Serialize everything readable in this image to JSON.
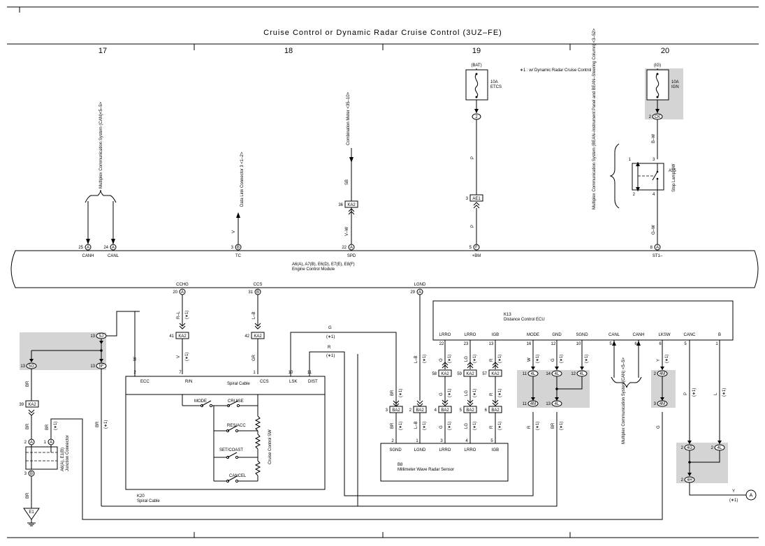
{
  "title": "Cruise Control or Dynamic Radar Cruise Control (3UZ–FE)",
  "sections": [
    "17",
    "18",
    "19",
    "20"
  ],
  "note": "∗1 : w/ Dynamic Radar Cruise Control",
  "ecm": {
    "name": "Engine Control Module",
    "connectors": "A6(A), A7(B), E6(D), E7(E), E8(F)",
    "pins_top": [
      {
        "num": "25",
        "conn": "A",
        "label": "CANH"
      },
      {
        "num": "24",
        "conn": "A",
        "label": "CANL"
      },
      {
        "num": "3",
        "conn": "B",
        "label": "TC"
      },
      {
        "num": "22",
        "conn": "A",
        "label": "SPD"
      },
      {
        "num": "5",
        "conn": "F",
        "label": "+BM"
      },
      {
        "num": "8",
        "conn": "A",
        "label": "ST1–"
      }
    ],
    "pins_bottom": [
      {
        "num": "20",
        "conn": "A",
        "label": "CCHG"
      },
      {
        "num": "31",
        "conn": "B",
        "label": "CCS"
      },
      {
        "num": "29",
        "conn": "A",
        "label": "LGND"
      }
    ]
  },
  "top_refs": {
    "multiplex_can": "Multiplex Communication System (CAN)<5–5>",
    "dlc3": "Data Link Connector 3 <1–2>",
    "combination_meter": "Combination Meter <35–10>",
    "multiplex_bean": "Multiplex Communication System (BEAN–Instrument Panel and BEAN–Steering Column) <3–52>"
  },
  "fuses": [
    {
      "source": "(BAT)",
      "rating": "10A",
      "name": "ETCS"
    },
    {
      "source": "(IG)",
      "rating": "10A",
      "name": "IGN"
    }
  ],
  "stop_lamp": {
    "code": "A35",
    "name": "Stop Lamp SW",
    "pins": [
      "1",
      "3",
      "2",
      "4"
    ]
  },
  "wire_colors": {
    "sb": "SB",
    "v_w": "V–W",
    "v": "V",
    "p": "P",
    "b_w": "B–W",
    "g_w": "G–W",
    "r_l": "R–L",
    "l_b": "L–B",
    "w": "W",
    "gr": "GR",
    "g": "G",
    "r": "R",
    "br": "BR",
    "o": "O",
    "lg": "LG",
    "y": "Y",
    "l": "L"
  },
  "connector_tags": {
    "ka2": "KA2",
    "ae1": "AE1",
    "ba2": "BA2",
    "pin_2": "2",
    "pin_3": "3",
    "pin_36": "36",
    "pin_41": "41",
    "pin_42": "42",
    "pin_39": "39",
    "j_2p": "2",
    "j_ck": "CK",
    "pin_58": "58",
    "pin_59": "59",
    "pin_57": "57",
    "pin_4": "4",
    "pin_5": "5",
    "pin_6": "6",
    "c_4l": "4L",
    "c_4m": "4M",
    "c_4g": "4G",
    "c_4h": "4H",
    "c_5j": "5J",
    "c_5g": "5G",
    "c_5f": "5F",
    "n11": "11",
    "n14": "14",
    "n12": "12",
    "n13": "13",
    "n1": "1",
    "n2": "2",
    "n3": "3",
    "star1": "(∗1)"
  },
  "spiral_cable": {
    "code": "K20",
    "name": "Spiral Cable",
    "inner": "Spiral Cable",
    "pins": [
      {
        "num": "2",
        "label": "ECC"
      },
      {
        "num": "7",
        "label": "R/N"
      },
      {
        "num": "1",
        "label": "CCS"
      },
      {
        "num": "10",
        "label": "LSK"
      },
      {
        "num": "11",
        "label": "DIST"
      }
    ]
  },
  "cruise_sw": {
    "name": "Cruise Control SW",
    "switches": [
      "MODE",
      "CRUISE",
      "RES/ACC",
      "SET/COAST",
      "CANCEL"
    ]
  },
  "dce": {
    "code": "K13",
    "name": "Distance Control ECU",
    "pins": [
      {
        "num": "22",
        "label": "LRRO"
      },
      {
        "num": "23",
        "label": "LRRO"
      },
      {
        "num": "13",
        "label": "IGB"
      },
      {
        "num": "16",
        "label": "MODE"
      },
      {
        "num": "12",
        "label": "GND"
      },
      {
        "num": "10",
        "label": "SGND"
      },
      {
        "num": "5",
        "label": "CANL"
      },
      {
        "num": "6",
        "label": "CANH"
      },
      {
        "num": "6",
        "label": "LKSW"
      },
      {
        "num": "5",
        "label": "CANC"
      },
      {
        "num": "1",
        "label": "B"
      }
    ]
  },
  "radar": {
    "code": "B8",
    "name": "Millimeter Wave Radar Sensor",
    "pins": [
      {
        "num": "2",
        "label": "SGND"
      },
      {
        "num": "1",
        "label": "LGND"
      },
      {
        "num": "3",
        "label": "LRRO"
      },
      {
        "num": "4",
        "label": "LRRO"
      },
      {
        "num": "5",
        "label": "IGB"
      }
    ]
  },
  "junction": {
    "code": "A6(A), E1(B)",
    "name": "Junction Connector",
    "pins": [
      "2",
      "A",
      "1",
      "A",
      "3",
      "B"
    ]
  },
  "ground": {
    "code": "E1"
  },
  "multiplex_can_bottom": "Multiplex Communication System(CAN) <5–5>",
  "off_page": {
    "label": "A"
  }
}
